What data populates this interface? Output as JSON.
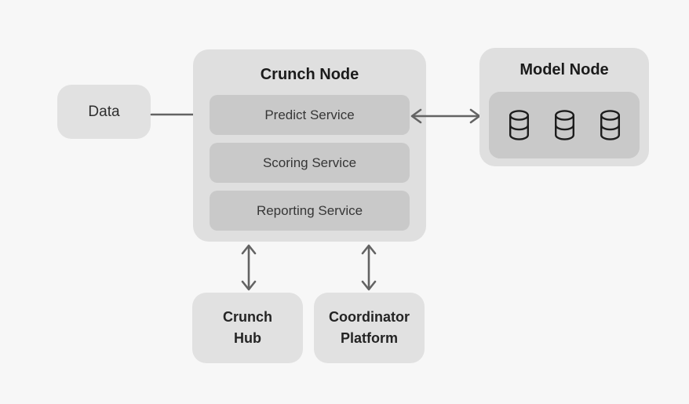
{
  "diagram": {
    "background_color": "#f7f7f7",
    "colors": {
      "node_fill": "#e1e1e1",
      "container_fill": "#dfdfdf",
      "inner_fill": "#c9c9c9",
      "title_text": "#1b1b1b",
      "body_text": "#363636",
      "arrow": "#636363",
      "icon_stroke": "#1d1d1d"
    },
    "nodes": {
      "data": {
        "label": "Data"
      },
      "crunch_node": {
        "title": "Crunch Node",
        "services": [
          {
            "label": "Predict Service"
          },
          {
            "label": "Scoring Service"
          },
          {
            "label": "Reporting Service"
          }
        ]
      },
      "model_node": {
        "title": "Model Node",
        "database_icon_count": 3
      },
      "crunch_hub": {
        "label": "Crunch\nHub"
      },
      "coordinator_platform": {
        "label": "Coordinator\nPlatform"
      }
    },
    "edges": [
      {
        "from": "data",
        "to": "crunch_node.predict_service",
        "direction": "one-way-right"
      },
      {
        "from": "crunch_node.predict_service",
        "to": "model_node",
        "direction": "two-way"
      },
      {
        "from": "crunch_node",
        "to": "crunch_hub",
        "direction": "two-way"
      },
      {
        "from": "crunch_node",
        "to": "coordinator_platform",
        "direction": "two-way"
      }
    ]
  }
}
